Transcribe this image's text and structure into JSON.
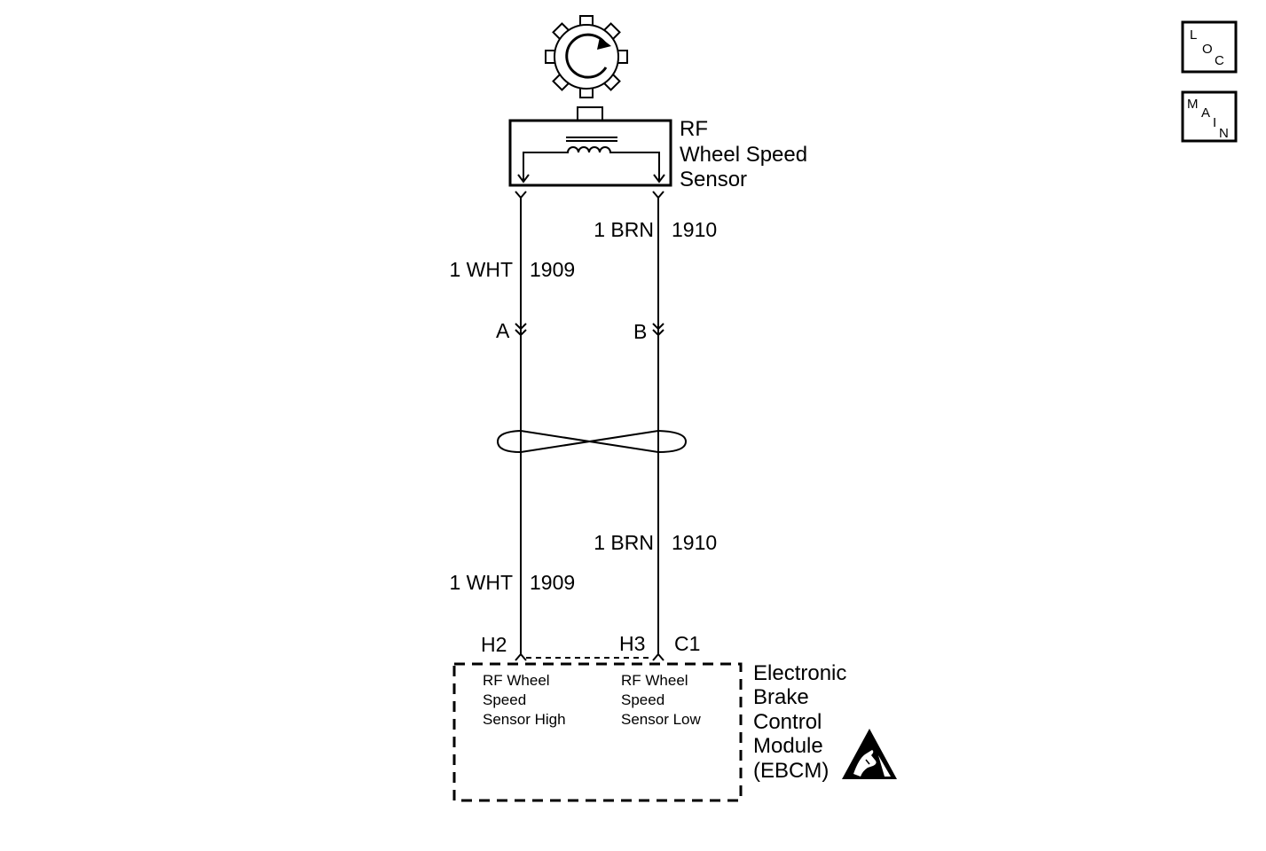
{
  "sensor": {
    "name_line1": "RF",
    "name_line2": "Wheel Speed",
    "name_line3": "Sensor"
  },
  "wires": {
    "left_upper": {
      "size_color": "1 WHT",
      "circuit": "1909"
    },
    "right_upper": {
      "size_color": "1 BRN",
      "circuit": "1910"
    },
    "left_lower": {
      "size_color": "1 WHT",
      "circuit": "1909"
    },
    "right_lower": {
      "size_color": "1 BRN",
      "circuit": "1910"
    }
  },
  "connectors": {
    "sensor_pin_a": "A",
    "sensor_pin_b": "B",
    "module_pin_left": "H2",
    "module_pin_right": "H3",
    "module_connector": "C1"
  },
  "module": {
    "name_line1": "Electronic",
    "name_line2": "Brake",
    "name_line3": "Control",
    "name_line4": "Module",
    "name_line5": "(EBCM)",
    "input_high": [
      "RF Wheel",
      "Speed",
      "Sensor High"
    ],
    "input_low": [
      "RF Wheel",
      "Speed",
      "Sensor Low"
    ]
  },
  "nav": {
    "loc": [
      "L",
      "O",
      "C"
    ],
    "main": [
      "M",
      "A",
      "I",
      "N"
    ]
  }
}
